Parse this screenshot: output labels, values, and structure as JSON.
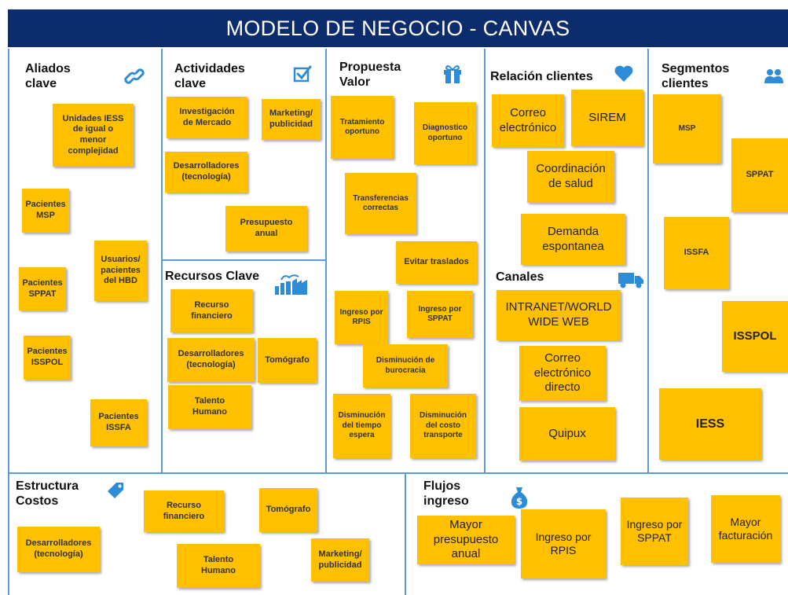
{
  "title": "MODELO DE NEGOCIO - CANVAS",
  "colors": {
    "title_bg": "#0d2c6d",
    "divider": "#5b9bd5",
    "note": "#ffc000",
    "icon": "#2e8bd6"
  },
  "sections": {
    "aliados": {
      "title": "Aliados\nclave",
      "icon": "link-icon",
      "notes": [
        "Unidades IESS\nde igual o\nmenor\ncomplejidad",
        "Pacientes\nMSP",
        "Usuarios/\npacientes\ndel HBD",
        "Pacientes\nSPPAT",
        "Pacientes\nISSPOL",
        "Pacientes\nISSFA"
      ]
    },
    "actividades": {
      "title": "Actividades\nclave",
      "icon": "checkbox-icon",
      "notes": [
        "Investigación\nde Mercado",
        "Marketing/\npublicidad",
        "Desarrolladores\n(tecnología)",
        "Presupuesto\nanual"
      ]
    },
    "recursos": {
      "title": "Recursos Clave",
      "icon": "factory-icon",
      "notes": [
        "Recurso\nfinanciero",
        "Desarrolladores\n(tecnología)",
        "Tomógrafo",
        "Talento\nHumano"
      ]
    },
    "propuesta": {
      "title": "Propuesta\nValor",
      "icon": "gift-icon",
      "notes": [
        "Tratamiento\noportuno",
        "Diagnostico\noportuno",
        "Transferencias\ncorrectas",
        "Evitar traslados",
        "Ingreso por\nRPIS",
        "Ingreso por\nSPPAT",
        "Disminución de\nburocracia",
        "Disminución\ndel tiempo\nespera",
        "Disminución\ndel costo\ntransporte"
      ]
    },
    "relacion": {
      "title": "Relación clientes",
      "icon": "heart-icon",
      "notes": [
        "Correo\nelectrónico",
        "SIREM",
        "Coordinación\nde salud",
        "Demanda\nespontanea"
      ]
    },
    "canales": {
      "title": "Canales",
      "icon": "truck-icon",
      "notes": [
        "INTRANET/WORLD\nWIDE WEB",
        "Correo\nelectrónico\ndirecto",
        "Quipux"
      ]
    },
    "segmentos": {
      "title": "Segmentos\nclientes",
      "icon": "people-icon",
      "notes": [
        "MSP",
        "SPPAT",
        "ISSFA",
        "ISSPOL",
        "IESS"
      ]
    },
    "costos": {
      "title": "Estructura\nCostos",
      "icon": "tag-icon",
      "notes": [
        "Recurso\nfinanciero",
        "Tomógrafo",
        "Desarrolladores\n(tecnología)",
        "Marketing/\npublicidad",
        "Talento\nHumano"
      ]
    },
    "ingresos": {
      "title": "Flujos\ningreso",
      "icon": "money-bag-icon",
      "notes": [
        "Mayor\npresupuesto\nanual",
        "Ingreso por\nRPIS",
        "Ingreso por\nSPPAT",
        "Mayor\nfacturación"
      ]
    }
  }
}
